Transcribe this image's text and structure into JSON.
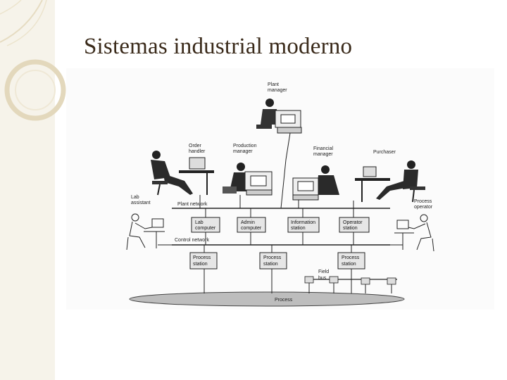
{
  "slide": {
    "title": "Sistemas industrial moderno"
  },
  "figure": {
    "people": {
      "plant_manager": [
        "Plant",
        "manager"
      ],
      "order_handler": [
        "Order",
        "handler"
      ],
      "production_manager": [
        "Production",
        "manager"
      ],
      "financial_manager": [
        "Financial",
        "manager"
      ],
      "purchaser": [
        "Purchaser"
      ],
      "lab_assistant": [
        "Lab",
        "assistant"
      ],
      "process_operator": [
        "Process",
        "operator"
      ]
    },
    "networks": {
      "plant_network": "Plant network",
      "control_network": "Control network",
      "field_bus": [
        "Field",
        "bus"
      ],
      "process": "Process"
    },
    "boxes": {
      "lab_computer": [
        "Lab",
        "computer"
      ],
      "admin_computer": [
        "Admin",
        "computer"
      ],
      "information_station": [
        "Information",
        "station"
      ],
      "operator_station": [
        "Operator",
        "station"
      ],
      "process_station_1": [
        "Process",
        "station"
      ],
      "process_station_2": [
        "Process",
        "station"
      ],
      "process_station_3": [
        "Process",
        "station"
      ]
    },
    "colors": {
      "title": "#3a2a1a",
      "decor": "#e6dcc2",
      "ink": "#222222"
    }
  }
}
